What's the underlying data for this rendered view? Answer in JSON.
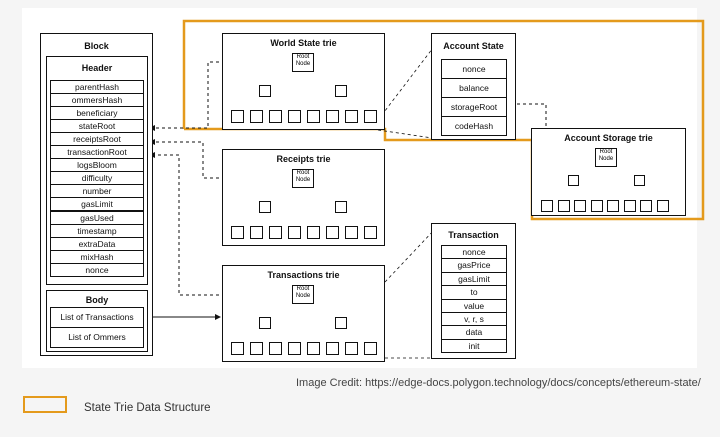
{
  "block": {
    "title": "Block",
    "header_title": "Header",
    "header_fields": [
      "parentHash",
      "ommersHash",
      "beneficiary",
      "stateRoot",
      "receiptsRoot",
      "transactionRoot",
      "logsBloom",
      "difficulty",
      "number",
      "gasLimit",
      "gasUsed",
      "timestamp",
      "extraData",
      "mixHash",
      "nonce"
    ],
    "body_title": "Body",
    "body_fields": [
      "List of Transactions",
      "List of Ommers"
    ]
  },
  "tries": {
    "world_state": "World State trie",
    "receipts": "Receipts trie",
    "transactions": "Transactions trie",
    "account_storage": "Account Storage trie",
    "root_node_line1": "Root",
    "root_node_line2": "Node"
  },
  "account_state": {
    "title": "Account State",
    "fields": [
      "nonce",
      "balance",
      "storageRoot",
      "codeHash"
    ]
  },
  "transaction": {
    "title": "Transaction",
    "fields": [
      "nonce",
      "gasPrice",
      "gasLimit",
      "to",
      "value",
      "v, r, s",
      "data",
      "init"
    ]
  },
  "credit": "Image Credit: https://edge-docs.polygon.technology/docs/concepts/ethereum-state/",
  "legend": {
    "label": "State Trie Data Structure",
    "color": "#e49a1c"
  }
}
